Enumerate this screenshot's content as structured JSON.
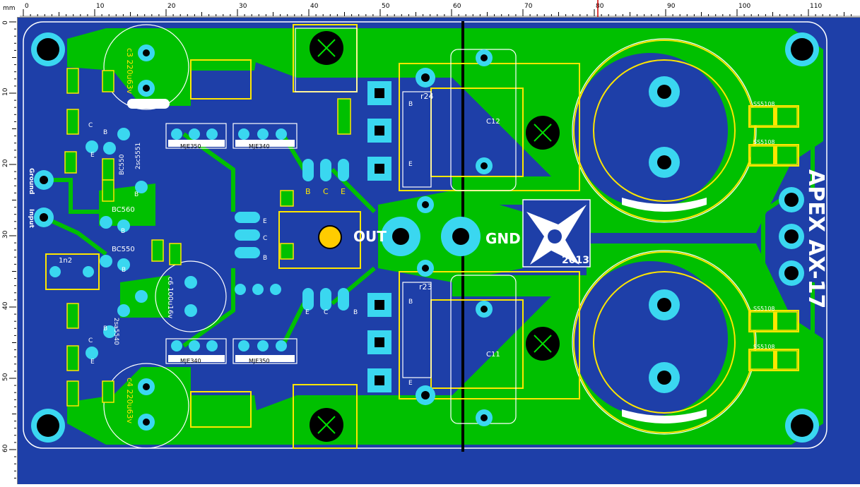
{
  "ruler": {
    "unit": "mm",
    "top_ticks": [
      "0",
      "10",
      "20",
      "30",
      "40",
      "50",
      "60",
      "70",
      "80",
      "90",
      "100",
      "110"
    ],
    "left_ticks": [
      "0",
      "10",
      "20",
      "30",
      "40",
      "50",
      "60"
    ]
  },
  "board": {
    "title": "APEX AX-17",
    "year": "2013",
    "labels": {
      "out": "OUT",
      "gnd": "GND",
      "ground": "Ground",
      "input": "Input"
    },
    "components": {
      "c3": "c3 220u63v",
      "c4": "c4 220u63v",
      "c6": "c6 100u16v",
      "c12": "C12",
      "c11": "C11",
      "r24": "r24",
      "r23": "r23",
      "q_bc550_top": "BC550",
      "q_bc560": "BC560",
      "q_bc550_mid": "BC550",
      "q_2sc5551": "2sc5551",
      "q_2sa5540": "2sa5540",
      "mje350_top": "MJE350",
      "mje340_top": "MJE340",
      "mje340_bot": "MJE340",
      "mje350_bot": "MJE350",
      "c1": "1n2",
      "r55": "SS5108",
      "r56": "SS5108",
      "r57": "SS5108",
      "r58": "SS5108",
      "pin_b": "B",
      "pin_c": "C",
      "pin_e": "E"
    },
    "colors": {
      "board": "#1e3fa8",
      "copper": "#00c000",
      "pad": "#3ad7f0",
      "silk_yellow": "#ffe600",
      "silk_white": "#ffffff"
    }
  }
}
